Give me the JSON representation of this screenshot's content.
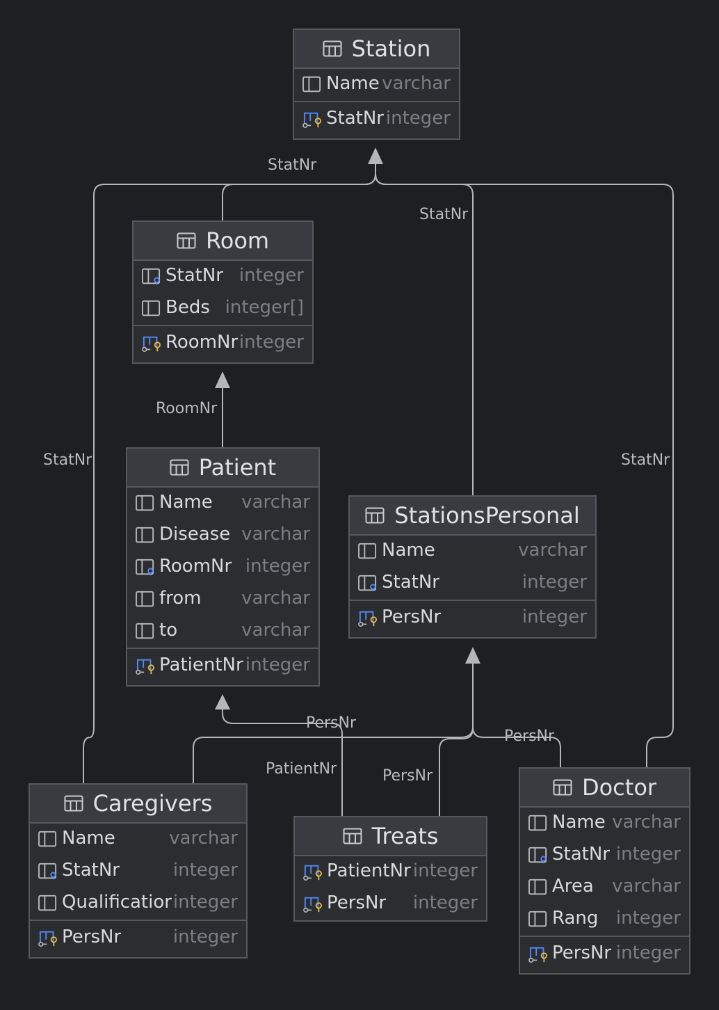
{
  "tables": {
    "station": {
      "name": "Station",
      "columns": [
        {
          "name": "Name",
          "type": "varchar"
        },
        {
          "name": "StatNr",
          "type": "integer"
        }
      ]
    },
    "room": {
      "name": "Room",
      "columns": [
        {
          "name": "StatNr",
          "type": "integer"
        },
        {
          "name": "Beds",
          "type": "integer[]"
        },
        {
          "name": "RoomNr",
          "type": "integer"
        }
      ]
    },
    "patient": {
      "name": "Patient",
      "columns": [
        {
          "name": "Name",
          "type": "varchar"
        },
        {
          "name": "Disease",
          "type": "varchar"
        },
        {
          "name": "RoomNr",
          "type": "integer"
        },
        {
          "name": "from",
          "type": "varchar"
        },
        {
          "name": "to",
          "type": "varchar"
        },
        {
          "name": "PatientNr",
          "type": "integer"
        }
      ]
    },
    "stationspersonal": {
      "name": "StationsPersonal",
      "columns": [
        {
          "name": "Name",
          "type": "varchar"
        },
        {
          "name": "StatNr",
          "type": "integer"
        },
        {
          "name": "PersNr",
          "type": "integer"
        }
      ]
    },
    "caregivers": {
      "name": "Caregivers",
      "columns": [
        {
          "name": "Name",
          "type": "varchar"
        },
        {
          "name": "StatNr",
          "type": "integer"
        },
        {
          "name": "Qualificatior",
          "type": "integer"
        },
        {
          "name": "PersNr",
          "type": "integer"
        }
      ]
    },
    "treats": {
      "name": "Treats",
      "columns": [
        {
          "name": "PatientNr",
          "type": "integer"
        },
        {
          "name": "PersNr",
          "type": "integer"
        }
      ]
    },
    "doctor": {
      "name": "Doctor",
      "columns": [
        {
          "name": "Name",
          "type": "varchar"
        },
        {
          "name": "StatNr",
          "type": "integer"
        },
        {
          "name": "Area",
          "type": "varchar"
        },
        {
          "name": "Rang",
          "type": "integer"
        },
        {
          "name": "PersNr",
          "type": "integer"
        }
      ]
    }
  },
  "relations": [
    {
      "label": "StatNr"
    },
    {
      "label": "StatNr"
    },
    {
      "label": "RoomNr"
    },
    {
      "label": "StatNr"
    },
    {
      "label": "StatNr"
    },
    {
      "label": "PersNr"
    },
    {
      "label": "PatientNr"
    },
    {
      "label": "PersNr"
    },
    {
      "label": "PersNr"
    }
  ],
  "icons": {
    "column": "column-icon",
    "foreign_key": "foreign-key-column-icon",
    "primary_key": "primary-key-column-icon",
    "table": "table-icon"
  },
  "colors": {
    "background": "#1e1f22",
    "table_body": "#2b2d30",
    "table_header": "#393b40",
    "border": "#55585e",
    "edge": "#b4b6ba",
    "key_blue": "#548af7",
    "key_gold": "#e8b842",
    "type_text": "#7b7e85"
  }
}
